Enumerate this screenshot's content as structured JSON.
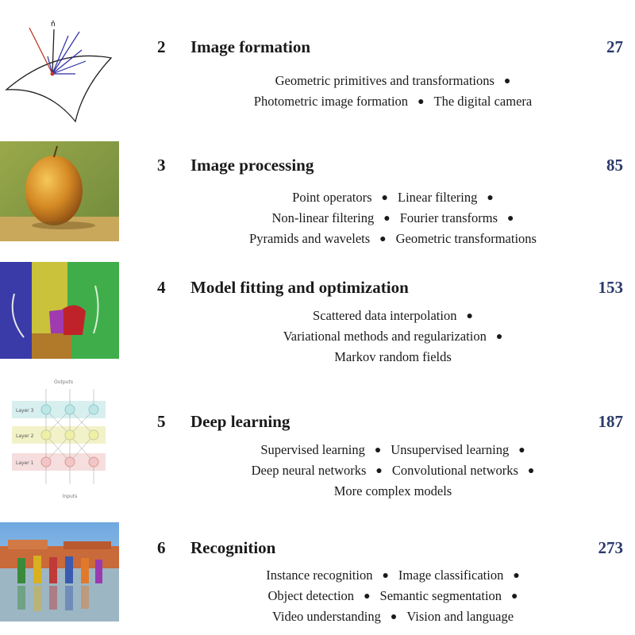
{
  "chapters": [
    {
      "number": "2",
      "title": "Image formation",
      "page": "27",
      "lines": [
        [
          "Geometric primitives and transformations"
        ],
        [
          "Photometric image formation",
          "The digital camera"
        ]
      ],
      "trailing": [
        true,
        false
      ],
      "thumbnail": "surface-normal-diagram",
      "thumbnail_label": "n̂"
    },
    {
      "number": "3",
      "title": "Image processing",
      "page": "85",
      "lines": [
        [
          "Point operators",
          "Linear filtering"
        ],
        [
          "Non-linear filtering",
          "Fourier transforms"
        ],
        [
          "Pyramids and wavelets",
          "Geometric transformations"
        ]
      ],
      "trailing": [
        true,
        true,
        false
      ],
      "thumbnail": "apple-photo"
    },
    {
      "number": "4",
      "title": "Model fitting and optimization",
      "page": "153",
      "lines": [
        [
          "Scattered data interpolation"
        ],
        [
          "Variational methods and regularization"
        ],
        [
          "Markov random fields"
        ]
      ],
      "trailing": [
        true,
        true,
        false
      ],
      "thumbnail": "segmentation-image"
    },
    {
      "number": "5",
      "title": "Deep learning",
      "page": "187",
      "lines": [
        [
          "Supervised learning",
          "Unsupervised learning"
        ],
        [
          "Deep neural networks",
          "Convolutional networks"
        ],
        [
          "More complex models"
        ]
      ],
      "trailing": [
        true,
        true,
        false
      ],
      "thumbnail": "neural-network-diagram",
      "thumbnail_labels": {
        "outputs": "Outputs",
        "inputs": "Inputs",
        "layers": [
          "Layer 3",
          "Layer 2",
          "Layer 1"
        ]
      }
    },
    {
      "number": "6",
      "title": "Recognition",
      "page": "273",
      "lines": [
        [
          "Instance recognition",
          "Image classification"
        ],
        [
          "Object detection",
          "Semantic segmentation"
        ],
        [
          "Video understanding",
          "Vision and language"
        ]
      ],
      "trailing": [
        true,
        true,
        false
      ],
      "thumbnail": "beach-people-photo"
    }
  ],
  "colors": {
    "page_number": "#2b3a6b",
    "text": "#1a1a1a"
  }
}
